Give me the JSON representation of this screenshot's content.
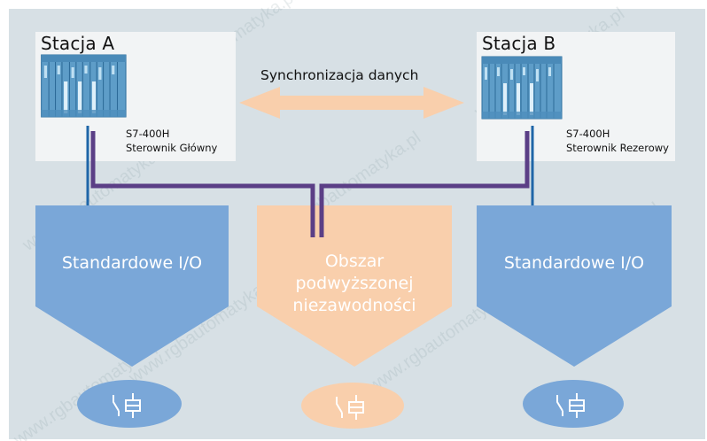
{
  "colors": {
    "background": "#d7e0e5",
    "station_box": "#f2f4f5",
    "io_blue": "#7aa7d8",
    "io_orange": "#f9cfac",
    "connector_blue": "#1f66a8",
    "sync_bus_purple": "#5b3f86",
    "rack_blue": "#5e9dc8"
  },
  "station_a": {
    "title": "Stacja A",
    "plc_model": "S7-400H",
    "plc_role": "Sterownik Główny",
    "plc_icon": "plc-rack-icon"
  },
  "station_b": {
    "title": "Stacja B",
    "plc_model": "S7-400H",
    "plc_role": "Sterownik Rezerowy",
    "plc_icon": "plc-rack-icon"
  },
  "sync": {
    "label": "Synchronizacja danych",
    "icon": "double-arrow-icon"
  },
  "io_left": {
    "label": "Standardowe I/O",
    "device_icon": "relay-switch-icon"
  },
  "io_center": {
    "line1": "Obszar",
    "line2": "podwyższonej",
    "line3": "niezawodności",
    "device_icon": "relay-switch-icon"
  },
  "io_right": {
    "label": "Standardowe I/O",
    "device_icon": "relay-switch-icon"
  },
  "watermark": {
    "text": "www.rgbautomatyka.pl"
  }
}
